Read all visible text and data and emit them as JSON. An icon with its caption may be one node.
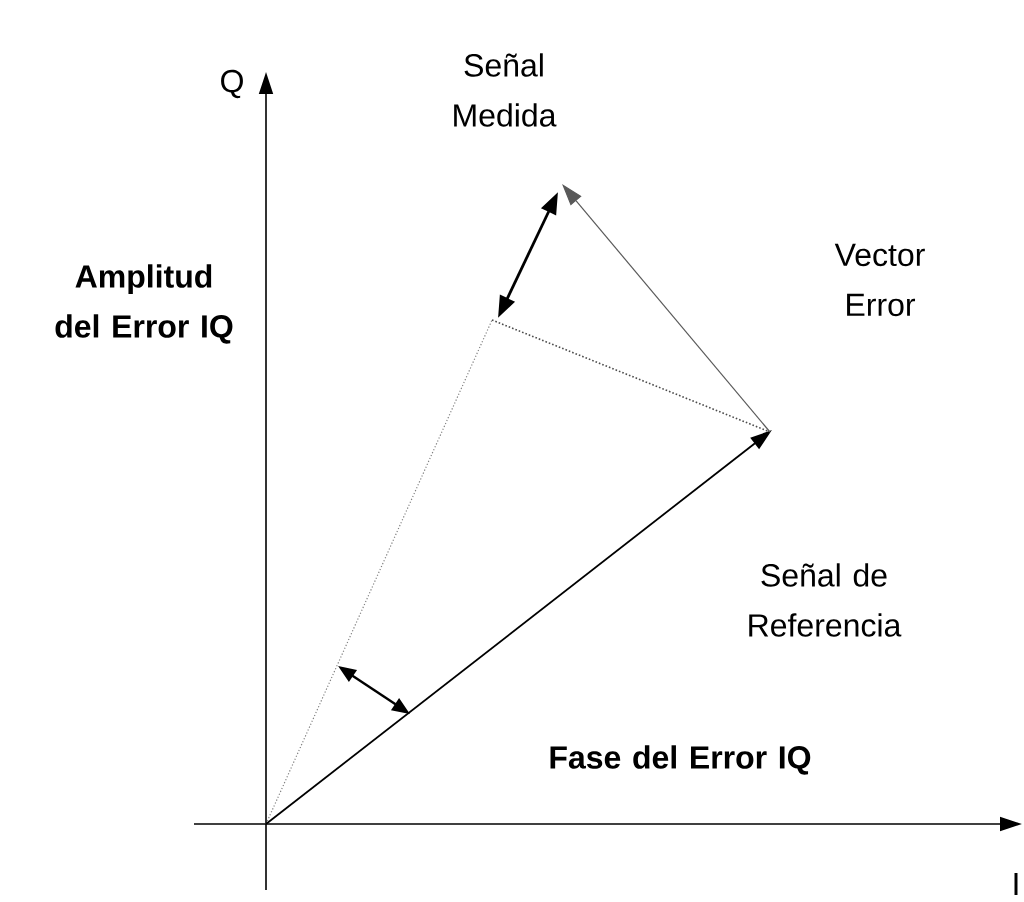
{
  "diagram": {
    "labels": [
      "Q",
      "Señal Medida",
      "Amplitud del Error IQ",
      "Vector Error",
      "Señal de Referencia",
      "Fase del Error IQ",
      "I"
    ]
  }
}
